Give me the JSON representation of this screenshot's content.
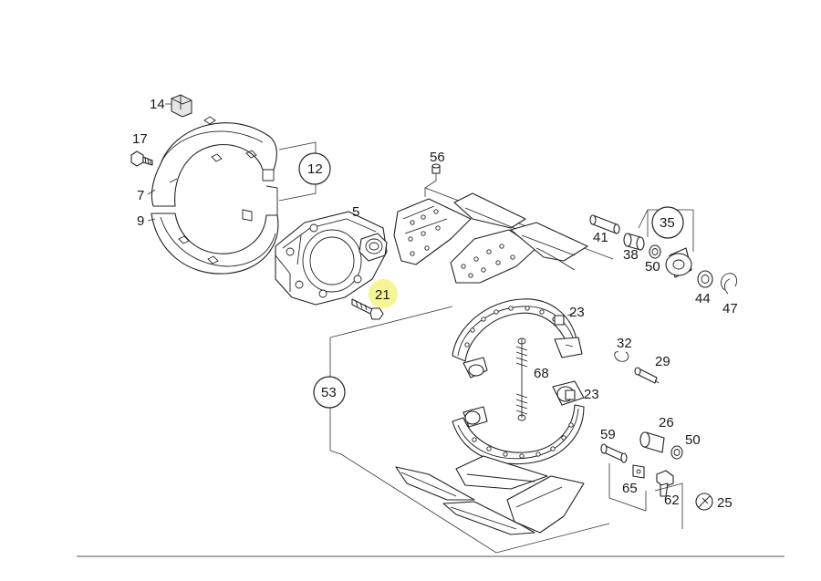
{
  "diagram": {
    "labels": {
      "p14": "14",
      "p17": "17",
      "p7": "7",
      "p9": "9",
      "p12": "12",
      "p5": "5",
      "p21": "21",
      "p56": "56",
      "p41": "41",
      "p35": "35",
      "p38": "38",
      "p50a": "50",
      "p44": "44",
      "p47": "47",
      "p23a": "23",
      "p32": "32",
      "p29": "29",
      "p68": "68",
      "p53": "53",
      "p23b": "23",
      "p59": "59",
      "p26": "26",
      "p50b": "50",
      "p65": "65",
      "p62": "62",
      "p25": "25"
    },
    "highlighted_callout": "21",
    "highlight_color": "#f0ef3f",
    "line_color": "#222222"
  }
}
